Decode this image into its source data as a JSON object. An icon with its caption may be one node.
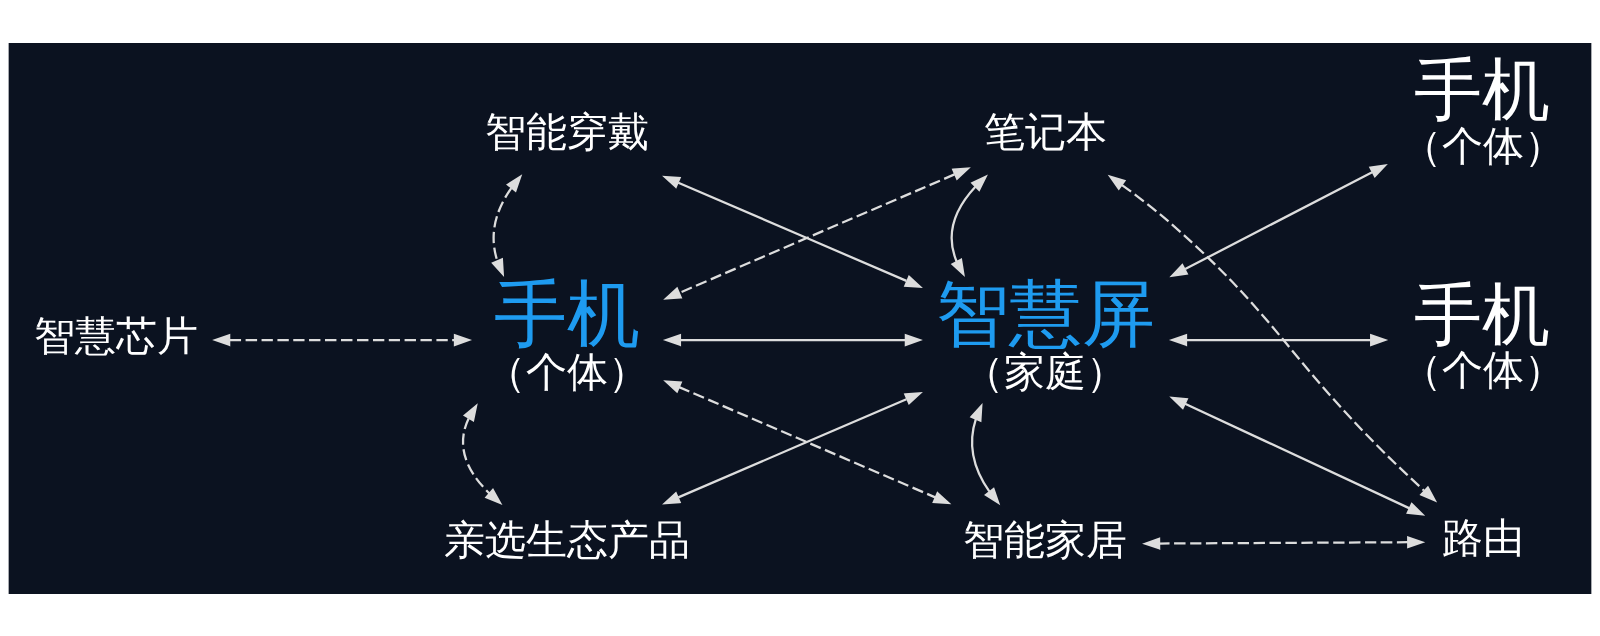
{
  "diagram": {
    "nodes": [
      {
        "text": [
          "智能穿戴"
        ]
      },
      {
        "text": [
          "笔记本"
        ]
      },
      {
        "text": [
          "手机",
          "（个体）"
        ]
      },
      {
        "text": [
          "智慧芯片"
        ]
      },
      {
        "text": [
          "手机",
          "（个体）"
        ]
      },
      {
        "text": [
          "智慧屏",
          "（家庭）"
        ]
      },
      {
        "text": [
          "路由"
        ]
      },
      {
        "text": [
          "亲选生态产品"
        ]
      },
      {
        "text": [
          "智能家居"
        ]
      },
      {
        "text": [
          "手机",
          "（个体）"
        ]
      }
    ],
    "edges": [
      {
        "from": 0,
        "to": 4,
        "arrow": "both",
        "style": "dashed"
      },
      {
        "from": 1,
        "to": 4,
        "arrow": "both",
        "style": "dashed"
      },
      {
        "from": 0,
        "to": 5,
        "arrow": "both"
      },
      {
        "from": 1,
        "to": 5,
        "arrow": "both"
      },
      {
        "from": 1,
        "to": 6,
        "arrow": "both",
        "style": "dashed"
      },
      {
        "from": 5,
        "to": 2,
        "arrow": "both"
      },
      {
        "from": 3,
        "to": 4,
        "arrow": "both",
        "style": "dashed"
      },
      {
        "from": 4,
        "to": 5,
        "arrow": "both"
      },
      {
        "from": 5,
        "to": 6,
        "arrow": "both"
      },
      {
        "from": 4,
        "to": 8,
        "arrow": "both",
        "style": "dashed"
      },
      {
        "from": 4,
        "to": 7,
        "arrow": "both",
        "style": "dashed"
      },
      {
        "from": 5,
        "to": 7,
        "arrow": "both"
      },
      {
        "from": 5,
        "to": 8,
        "arrow": "both"
      },
      {
        "from": 6,
        "to": 8,
        "arrow": "both",
        "style": "dashed"
      },
      {
        "from": 5,
        "to": 9,
        "arrow": "both"
      }
    ]
  }
}
